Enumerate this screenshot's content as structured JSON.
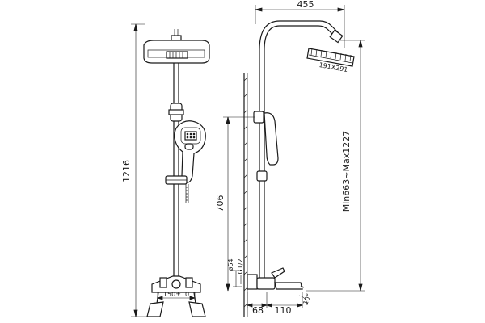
{
  "dimensions": {
    "total_height": "1216",
    "width": "455",
    "adjust_range": "Min663~Max1227",
    "slide_height": "706",
    "head_size": "191X291",
    "pipe_diameter": "ø64",
    "thread": "G1/2",
    "center_distance": "150±10",
    "wall_offset": "68",
    "spout_length": "110",
    "spout_angle": "10°"
  }
}
